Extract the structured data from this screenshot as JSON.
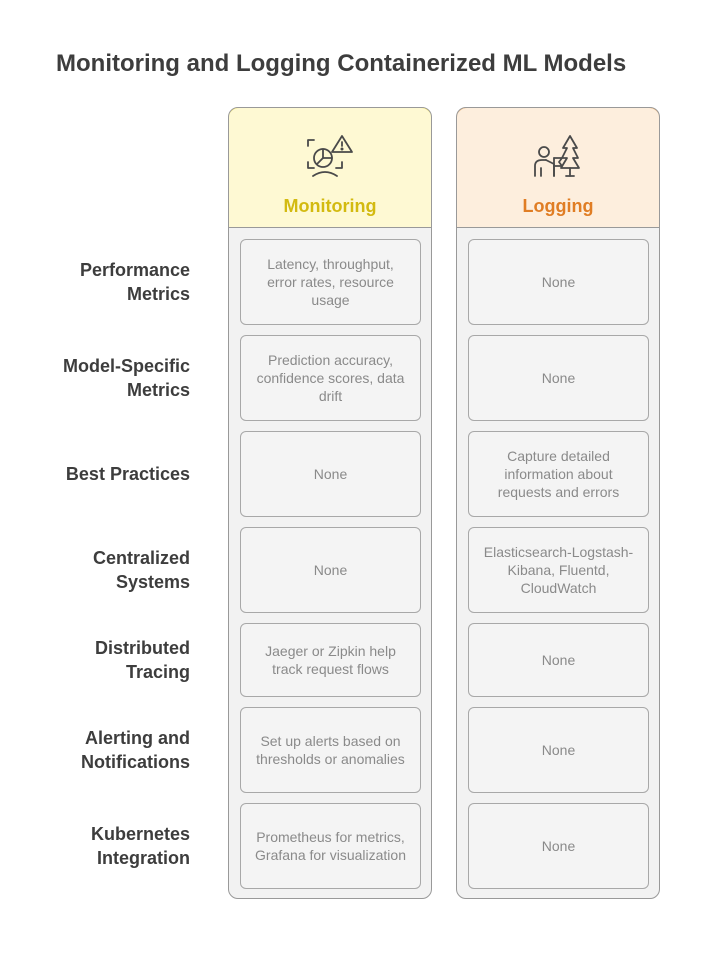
{
  "title": "Monitoring and Logging Containerized ML Models",
  "columns": [
    {
      "label": "Monitoring",
      "icon": "monitoring-alert-icon"
    },
    {
      "label": "Logging",
      "icon": "person-flag-tree-icon"
    }
  ],
  "rows": [
    {
      "label": "Performance Metrics",
      "monitoring": "Latency, throughput, error rates, resource usage",
      "logging": "None"
    },
    {
      "label": "Model-Specific Metrics",
      "monitoring": "Prediction accuracy, confidence scores, data drift",
      "logging": "None"
    },
    {
      "label": "Best Practices",
      "monitoring": "None",
      "logging": "Capture detailed information about requests and errors"
    },
    {
      "label": "Centralized Systems",
      "monitoring": "None",
      "logging": "Elasticsearch-Logstash-Kibana, Fluentd, CloudWatch"
    },
    {
      "label": "Distributed Tracing",
      "monitoring": "Jaeger or Zipkin help track request flows",
      "logging": "None"
    },
    {
      "label": "Alerting and Notifications",
      "monitoring": "Set up alerts based on thresholds or anomalies",
      "logging": "None"
    },
    {
      "label": "Kubernetes Integration",
      "monitoring": "Prometheus for metrics, Grafana for visualization",
      "logging": "None"
    }
  ]
}
